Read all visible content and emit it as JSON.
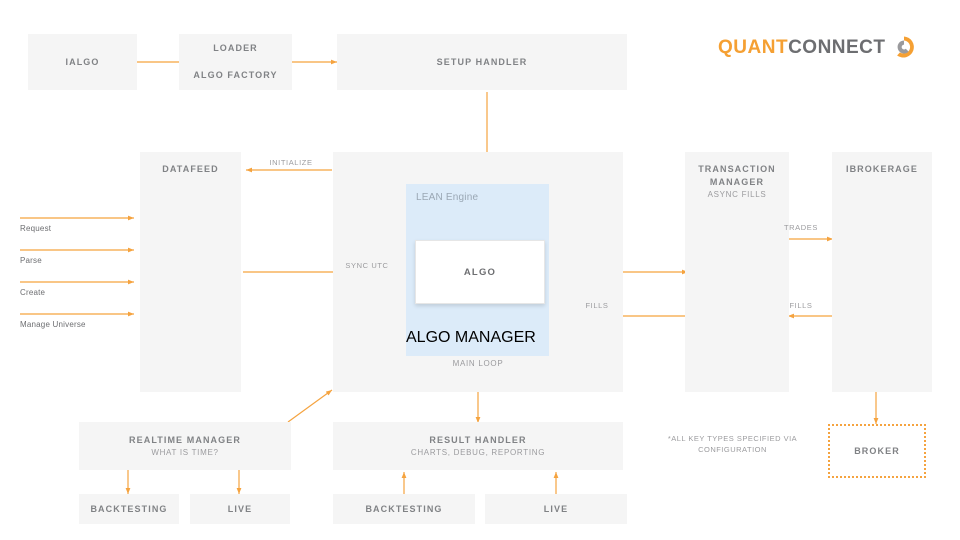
{
  "brand": {
    "word_orange": "QUANT",
    "word_gray": "CONNECT",
    "logo_icon": "quantconnect-circle-logo",
    "color_orange": "#f5a033",
    "color_gray": "#6d6e71"
  },
  "colors": {
    "arrow": "#f5a33f",
    "box_fill": "#f5f5f5",
    "panel_blue": "#dcebf9",
    "text_dark": "#808285",
    "text_light": "#9b9b9e"
  },
  "boxes": {
    "ialgo": {
      "title": "IALGO"
    },
    "loader": {
      "title": "LOADER"
    },
    "algo_factory": {
      "title": "ALGO FACTORY"
    },
    "setup_handler": {
      "title": "SETUP HANDLER"
    },
    "datafeed": {
      "title": "DATAFEED"
    },
    "main_loop": {
      "title": "MAIN LOOP"
    },
    "lean_engine": {
      "title": "LEAN Engine"
    },
    "algo_manager": {
      "title": "ALGO MANAGER"
    },
    "algo": {
      "title": "ALGO"
    },
    "transaction_manager": {
      "title": "TRANSACTION MANAGER",
      "sub": "ASYNC FILLS"
    },
    "ibrokerage": {
      "title": "IBROKERAGE"
    },
    "broker": {
      "title": "BROKER"
    },
    "realtime_manager": {
      "title": "REALTIME MANAGER",
      "sub": "WHAT IS TIME?"
    },
    "result_handler": {
      "title": "RESULT HANDLER",
      "sub": "CHARTS, DEBUG, REPORTING"
    },
    "realtime_backtesting": {
      "title": "BACKTESTING"
    },
    "realtime_live": {
      "title": "LIVE"
    },
    "result_backtesting": {
      "title": "BACKTESTING"
    },
    "result_live": {
      "title": "LIVE"
    }
  },
  "arrow_labels": {
    "initialize": "INITIALIZE",
    "sync_utc": "SYNC UTC",
    "trades": "TRADES",
    "fills_tm_to_loop": "FILLS",
    "fills_broker_to_tm": "FILLS"
  },
  "datafeed_inputs": [
    {
      "label": "Request"
    },
    {
      "label": "Parse"
    },
    {
      "label": "Create"
    },
    {
      "label": "Manage Universe"
    }
  ],
  "footnote": "*ALL KEY TYPES SPECIFIED VIA\nCONFIGURATION"
}
